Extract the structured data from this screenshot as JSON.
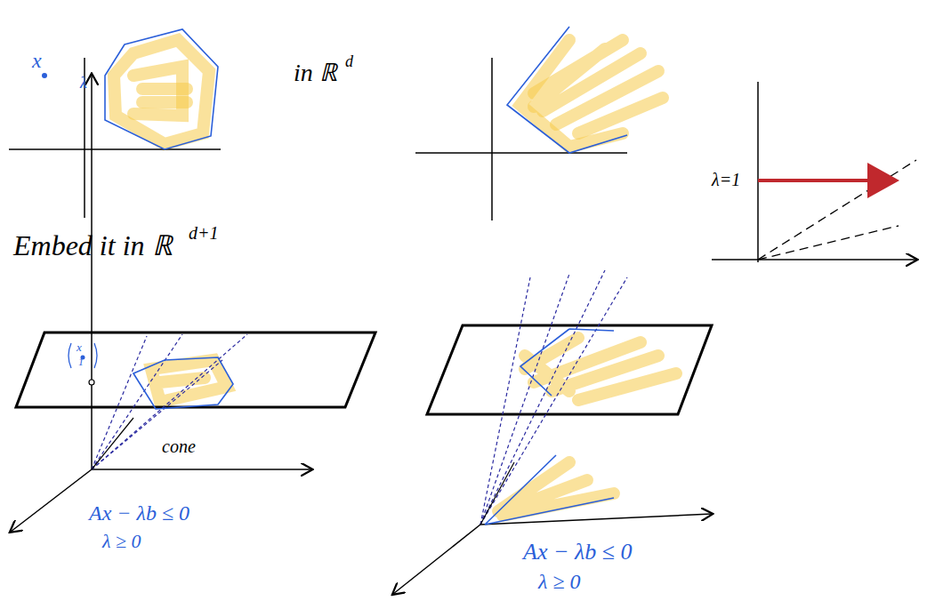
{
  "diagram": {
    "labels": [
      "x",
      "in ℝ",
      "d",
      "λ=1",
      "Embed it in ℝ",
      "d+1",
      "λ",
      "x",
      "1",
      "cone",
      "Ax − λb ≤ 0",
      "λ ≥ 0",
      "Ax − λb ≤ 0",
      "λ ≥ 0"
    ]
  }
}
